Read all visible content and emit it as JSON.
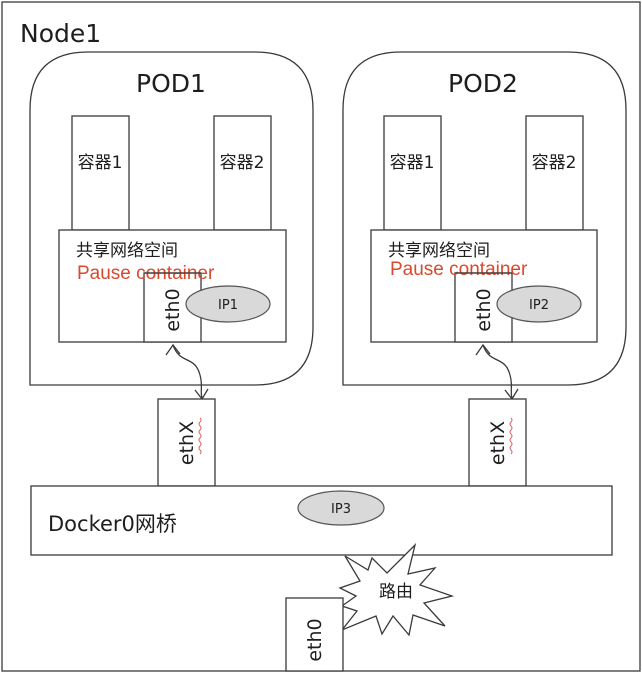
{
  "node": {
    "label": "Node1"
  },
  "pods": [
    {
      "title": "POD1",
      "containers": [
        "容器1",
        "容器2"
      ],
      "shared_net_label": "共享网络空间",
      "pause_label": "Pause container",
      "eth_label": "eth0",
      "ip_label": "IP1",
      "veth_label": "ethX"
    },
    {
      "title": "POD2",
      "containers": [
        "容器1",
        "容器2"
      ],
      "shared_net_label": "共享网络空间",
      "pause_label": "Pause container",
      "eth_label": "eth0",
      "ip_label": "IP2",
      "veth_label": "ethX"
    }
  ],
  "bridge": {
    "label": "Docker0网桥",
    "ip_label": "IP3"
  },
  "router": {
    "label": "路由"
  },
  "host_eth": {
    "label": "eth0"
  },
  "colors": {
    "pause_text": "#d9492e",
    "ip_fill": "#d9d9d9",
    "stroke": "#3a3a3a"
  }
}
